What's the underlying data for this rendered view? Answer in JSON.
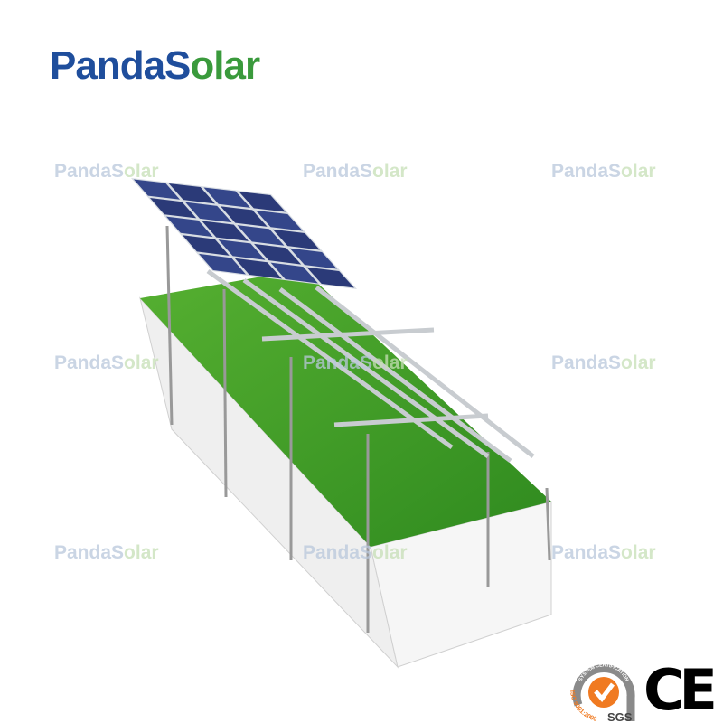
{
  "brand": {
    "logo_part1": "PandaS",
    "logo_part2": "olar",
    "blue": "#1f4e9c",
    "green": "#3a9a3c"
  },
  "watermark": {
    "part1": "PandaS",
    "part2": "olar"
  },
  "certifications": {
    "iso_badge": {
      "arc_text": "SYSTEM CERTIFICATION",
      "side_text": "ISO 9001:2000",
      "label": "SGS",
      "accent": "#f07a21"
    },
    "ce_mark": "CE"
  },
  "product": {
    "panel_rows": 5,
    "panel_cols": 4,
    "grass": "#3f9b2a"
  }
}
